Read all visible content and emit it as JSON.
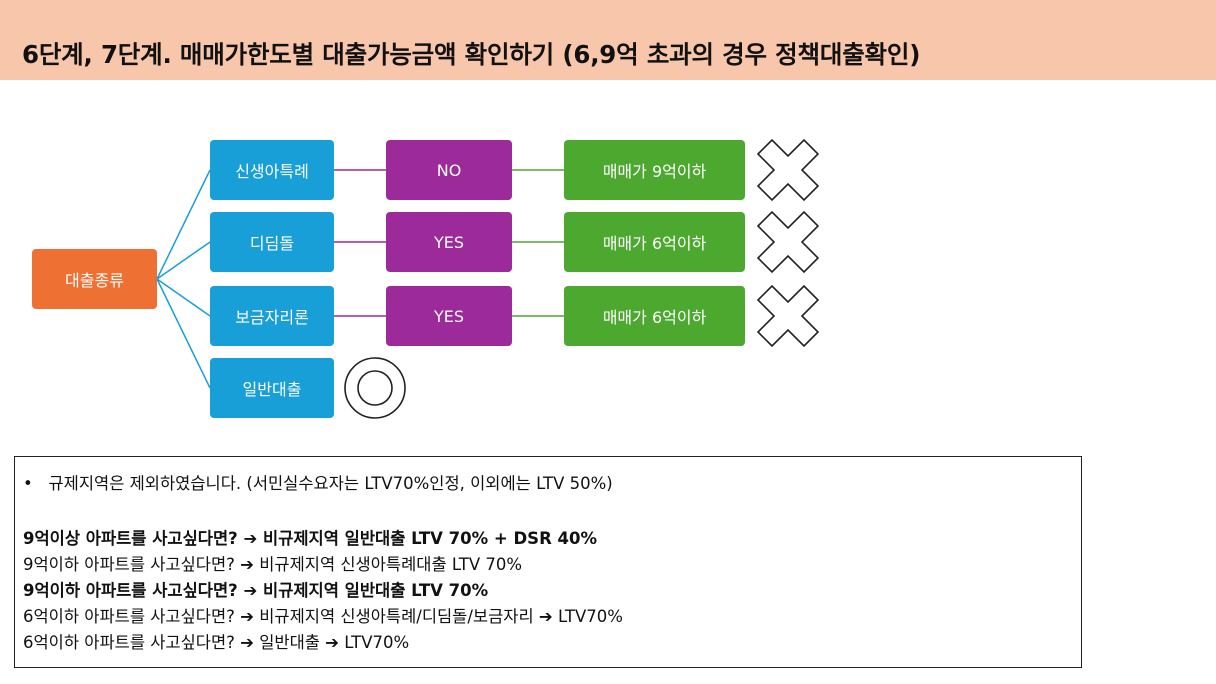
{
  "title": "6단계, 7단계. 매매가한도별 대출가능금액 확인하기 (6,9억 초과의 경우 정책대출확인)",
  "diagram": {
    "root": "대출종류",
    "branches": [
      {
        "loan": "신생아특례",
        "answer": "NO",
        "condition": "매매가 9억이하",
        "mark": "x"
      },
      {
        "loan": "디딤돌",
        "answer": "YES",
        "condition": "매매가 6억이하",
        "mark": "x"
      },
      {
        "loan": "보금자리론",
        "answer": "YES",
        "condition": "매매가 6억이하",
        "mark": "x"
      },
      {
        "loan": "일반대출",
        "mark": "circle"
      }
    ]
  },
  "notes": {
    "bullet": "•",
    "lines": [
      {
        "text": "규제지역은 제외하였습니다. (서민실수요자는 LTV70%인정, 이외에는 LTV 50%)",
        "bold": false
      },
      {
        "text": "9억이상 아파트를 사고싶다면? ➔ 비규제지역 일반대출 LTV 70% + DSR 40%",
        "bold": true
      },
      {
        "text": "9억이하 아파트를 사고싶다면? ➔ 비규제지역 신생아특례대출 LTV 70%",
        "bold": false
      },
      {
        "text": "9억이하 아파트를 사고싶다면? ➔ 비규제지역 일반대출 LTV 70%",
        "bold": true
      },
      {
        "text": "6억이하 아파트를 사고싶다면? ➔ 비규제지역 신생아특례/디딤돌/보금자리 ➔ LTV70%",
        "bold": false
      },
      {
        "text": "6억이하 아파트를 사고싶다면? ➔ 일반대출 ➔ LTV70%",
        "bold": false
      }
    ]
  },
  "colors": {
    "title_band": "#f7c6ab",
    "root_box": "#ee7033",
    "loan_box": "#189fd8",
    "answer_box": "#9c2a9b",
    "condition_box": "#4da830",
    "blue_connector": "#189fd8",
    "purple_connector": "#9c2a9b",
    "green_connector": "#4da830"
  }
}
